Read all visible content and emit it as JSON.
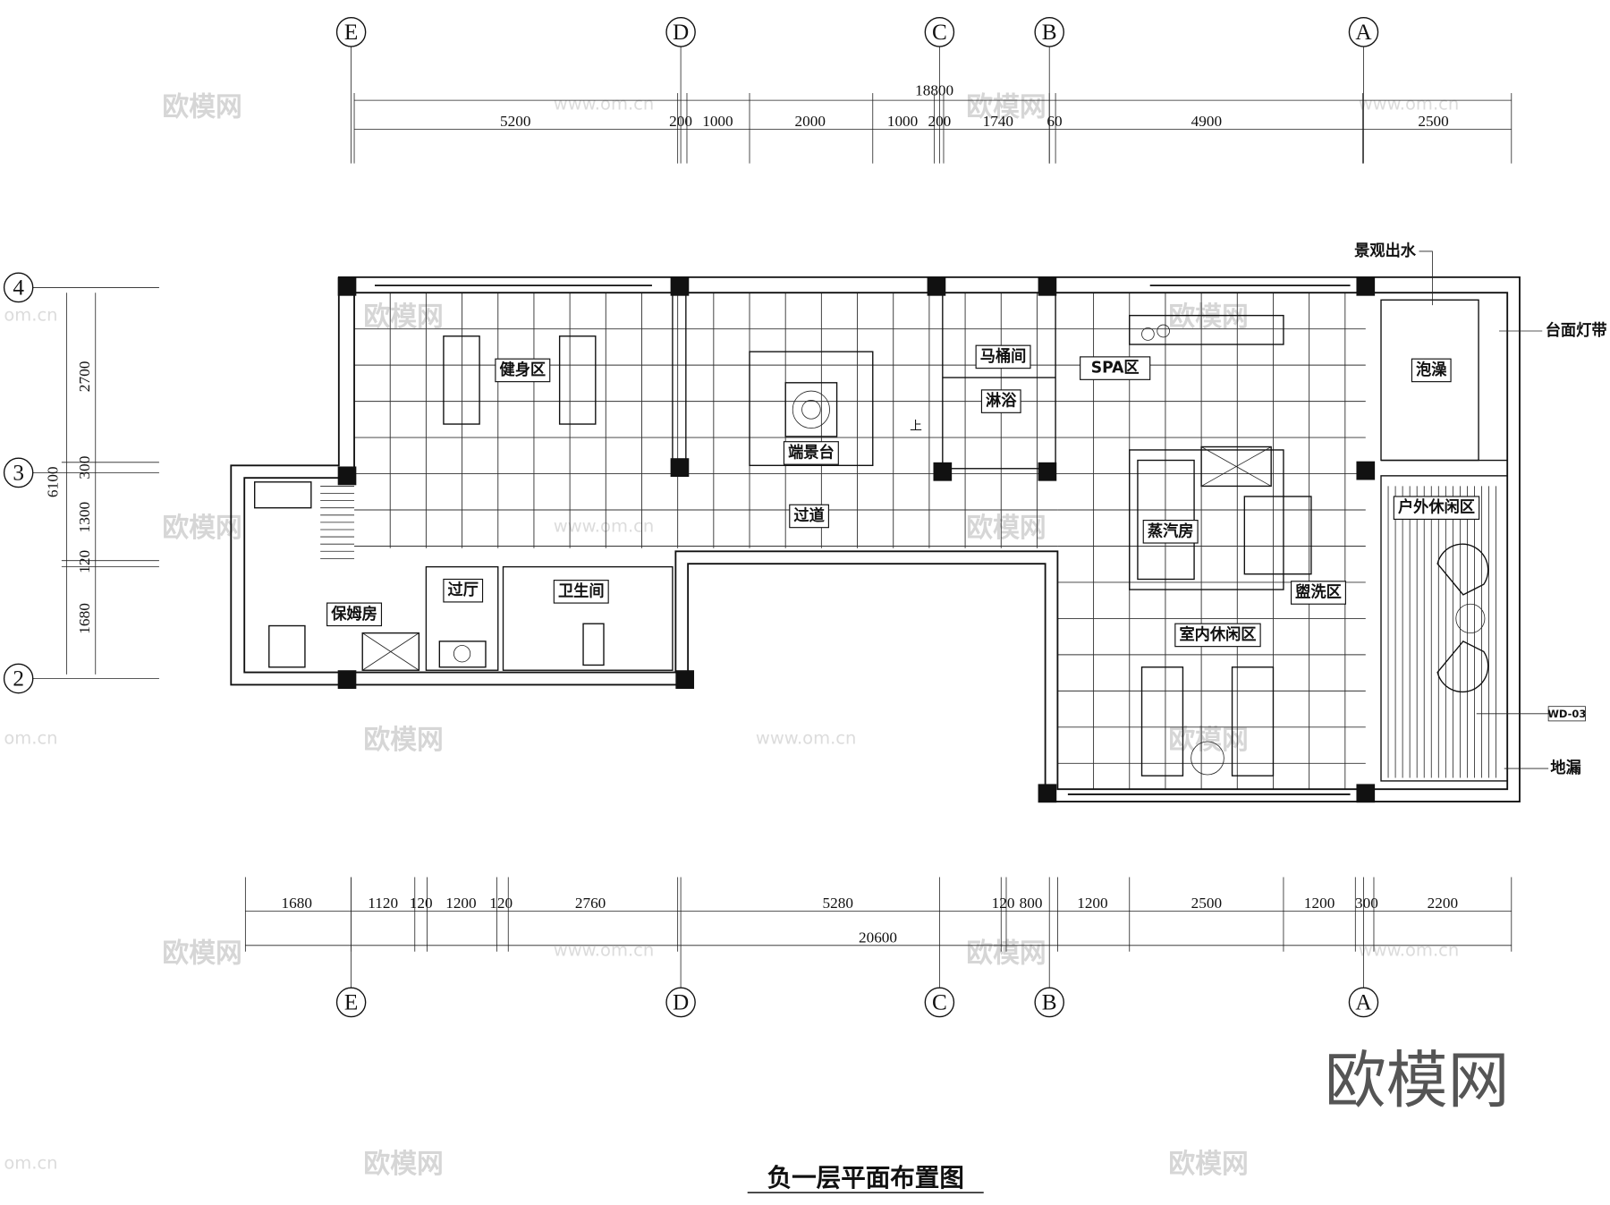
{
  "title": "负一层平面布置图",
  "axes": {
    "columns": [
      "E",
      "D",
      "C",
      "B",
      "A"
    ],
    "rows": [
      "4",
      "3",
      "2"
    ]
  },
  "dims_top": {
    "total": "18800",
    "segments": [
      "5200",
      "200",
      "1000",
      "2000",
      "1000",
      "200",
      "1740",
      "60",
      "4900",
      "2500"
    ]
  },
  "dims_bottom": {
    "total": "20600",
    "segments": [
      "1680",
      "1120",
      "120",
      "1200",
      "120",
      "2760",
      "5280",
      "120",
      "800",
      "1200",
      "2500",
      "1200",
      "300",
      "2200"
    ]
  },
  "dims_left": {
    "total": "6100",
    "segments": [
      "2700",
      "300",
      "1300",
      "120",
      "1680"
    ]
  },
  "rooms": [
    "健身区",
    "端景台",
    "马桶间",
    "淋浴",
    "SPA区",
    "泡澡",
    "过道",
    "蒸汽房",
    "户外休闲区",
    "过厅",
    "卫生间",
    "盥洗区",
    "保姆房",
    "室内休闲区"
  ],
  "annotations": {
    "stair_up": "上",
    "landscape_water": "景观出水",
    "counter_light": "台面灯带",
    "material_tag": "WD-03",
    "floor_drain": "地漏"
  },
  "watermark": {
    "brand": "欧模网",
    "url": "www.om.cn",
    "url_short": "om.cn"
  }
}
